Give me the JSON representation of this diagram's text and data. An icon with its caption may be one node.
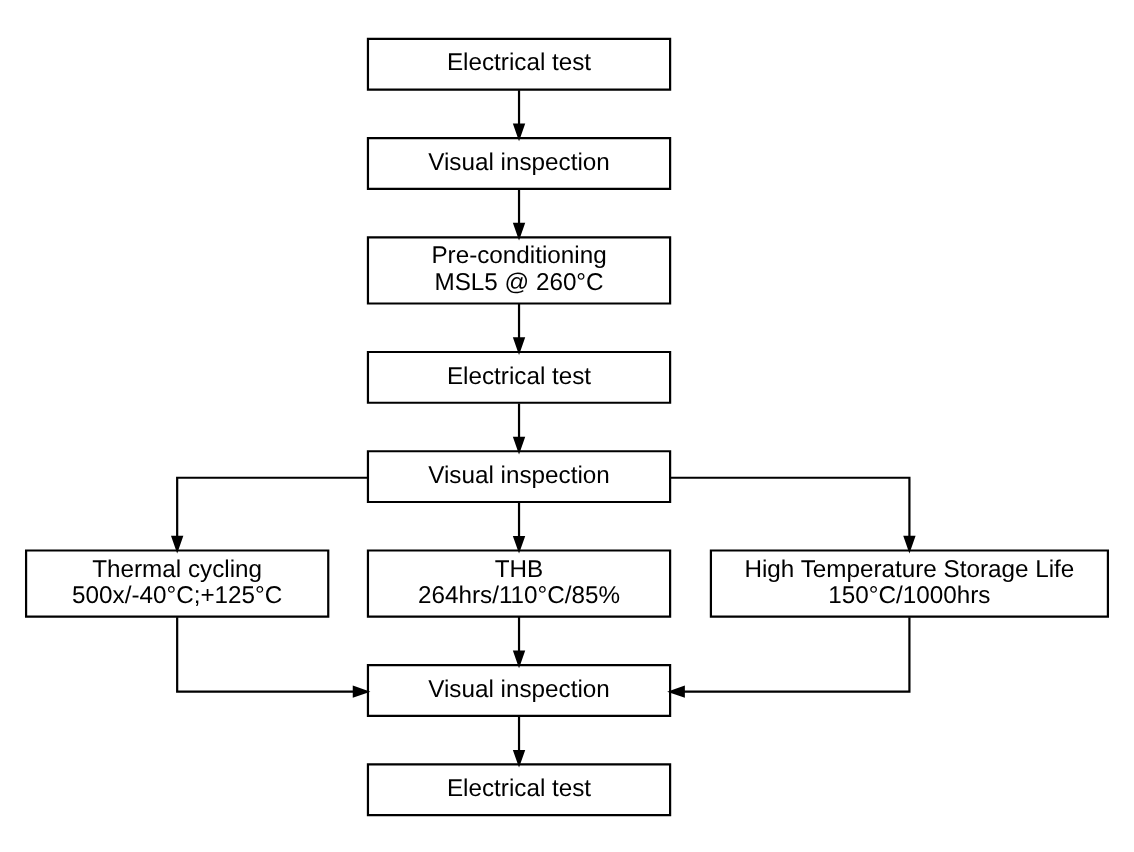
{
  "diagram": {
    "nodes": [
      {
        "text": [
          "Electrical test"
        ]
      },
      {
        "text": [
          "Visual inspection"
        ]
      },
      {
        "text": [
          "Pre-conditioning",
          "MSL5 @ 260°C"
        ]
      },
      {
        "text": [
          "Electrical test"
        ]
      },
      {
        "text": [
          "Visual inspection"
        ]
      },
      {
        "text": [
          "Thermal cycling",
          "500x/-40°C;+125°C"
        ]
      },
      {
        "text": [
          "THB",
          "264hrs/110°C/85%"
        ]
      },
      {
        "text": [
          "High Temperature Storage Life",
          "150°C/1000hrs"
        ]
      },
      {
        "text": [
          "Visual inspection"
        ]
      },
      {
        "text": [
          "Electrical test"
        ]
      }
    ],
    "edges": [
      {
        "from": 0,
        "to": 1,
        "arrow": "to"
      },
      {
        "from": 1,
        "to": 2,
        "arrow": "to"
      },
      {
        "from": 2,
        "to": 3,
        "arrow": "to"
      },
      {
        "from": 3,
        "to": 4,
        "arrow": "to"
      },
      {
        "from": 4,
        "to": 5,
        "arrow": "to"
      },
      {
        "from": 4,
        "to": 6,
        "arrow": "to"
      },
      {
        "from": 4,
        "to": 7,
        "arrow": "to"
      },
      {
        "from": 5,
        "to": 8,
        "arrow": "to"
      },
      {
        "from": 6,
        "to": 8,
        "arrow": "to"
      },
      {
        "from": 7,
        "to": 8,
        "arrow": "to"
      },
      {
        "from": 8,
        "to": 9,
        "arrow": "to"
      }
    ]
  }
}
